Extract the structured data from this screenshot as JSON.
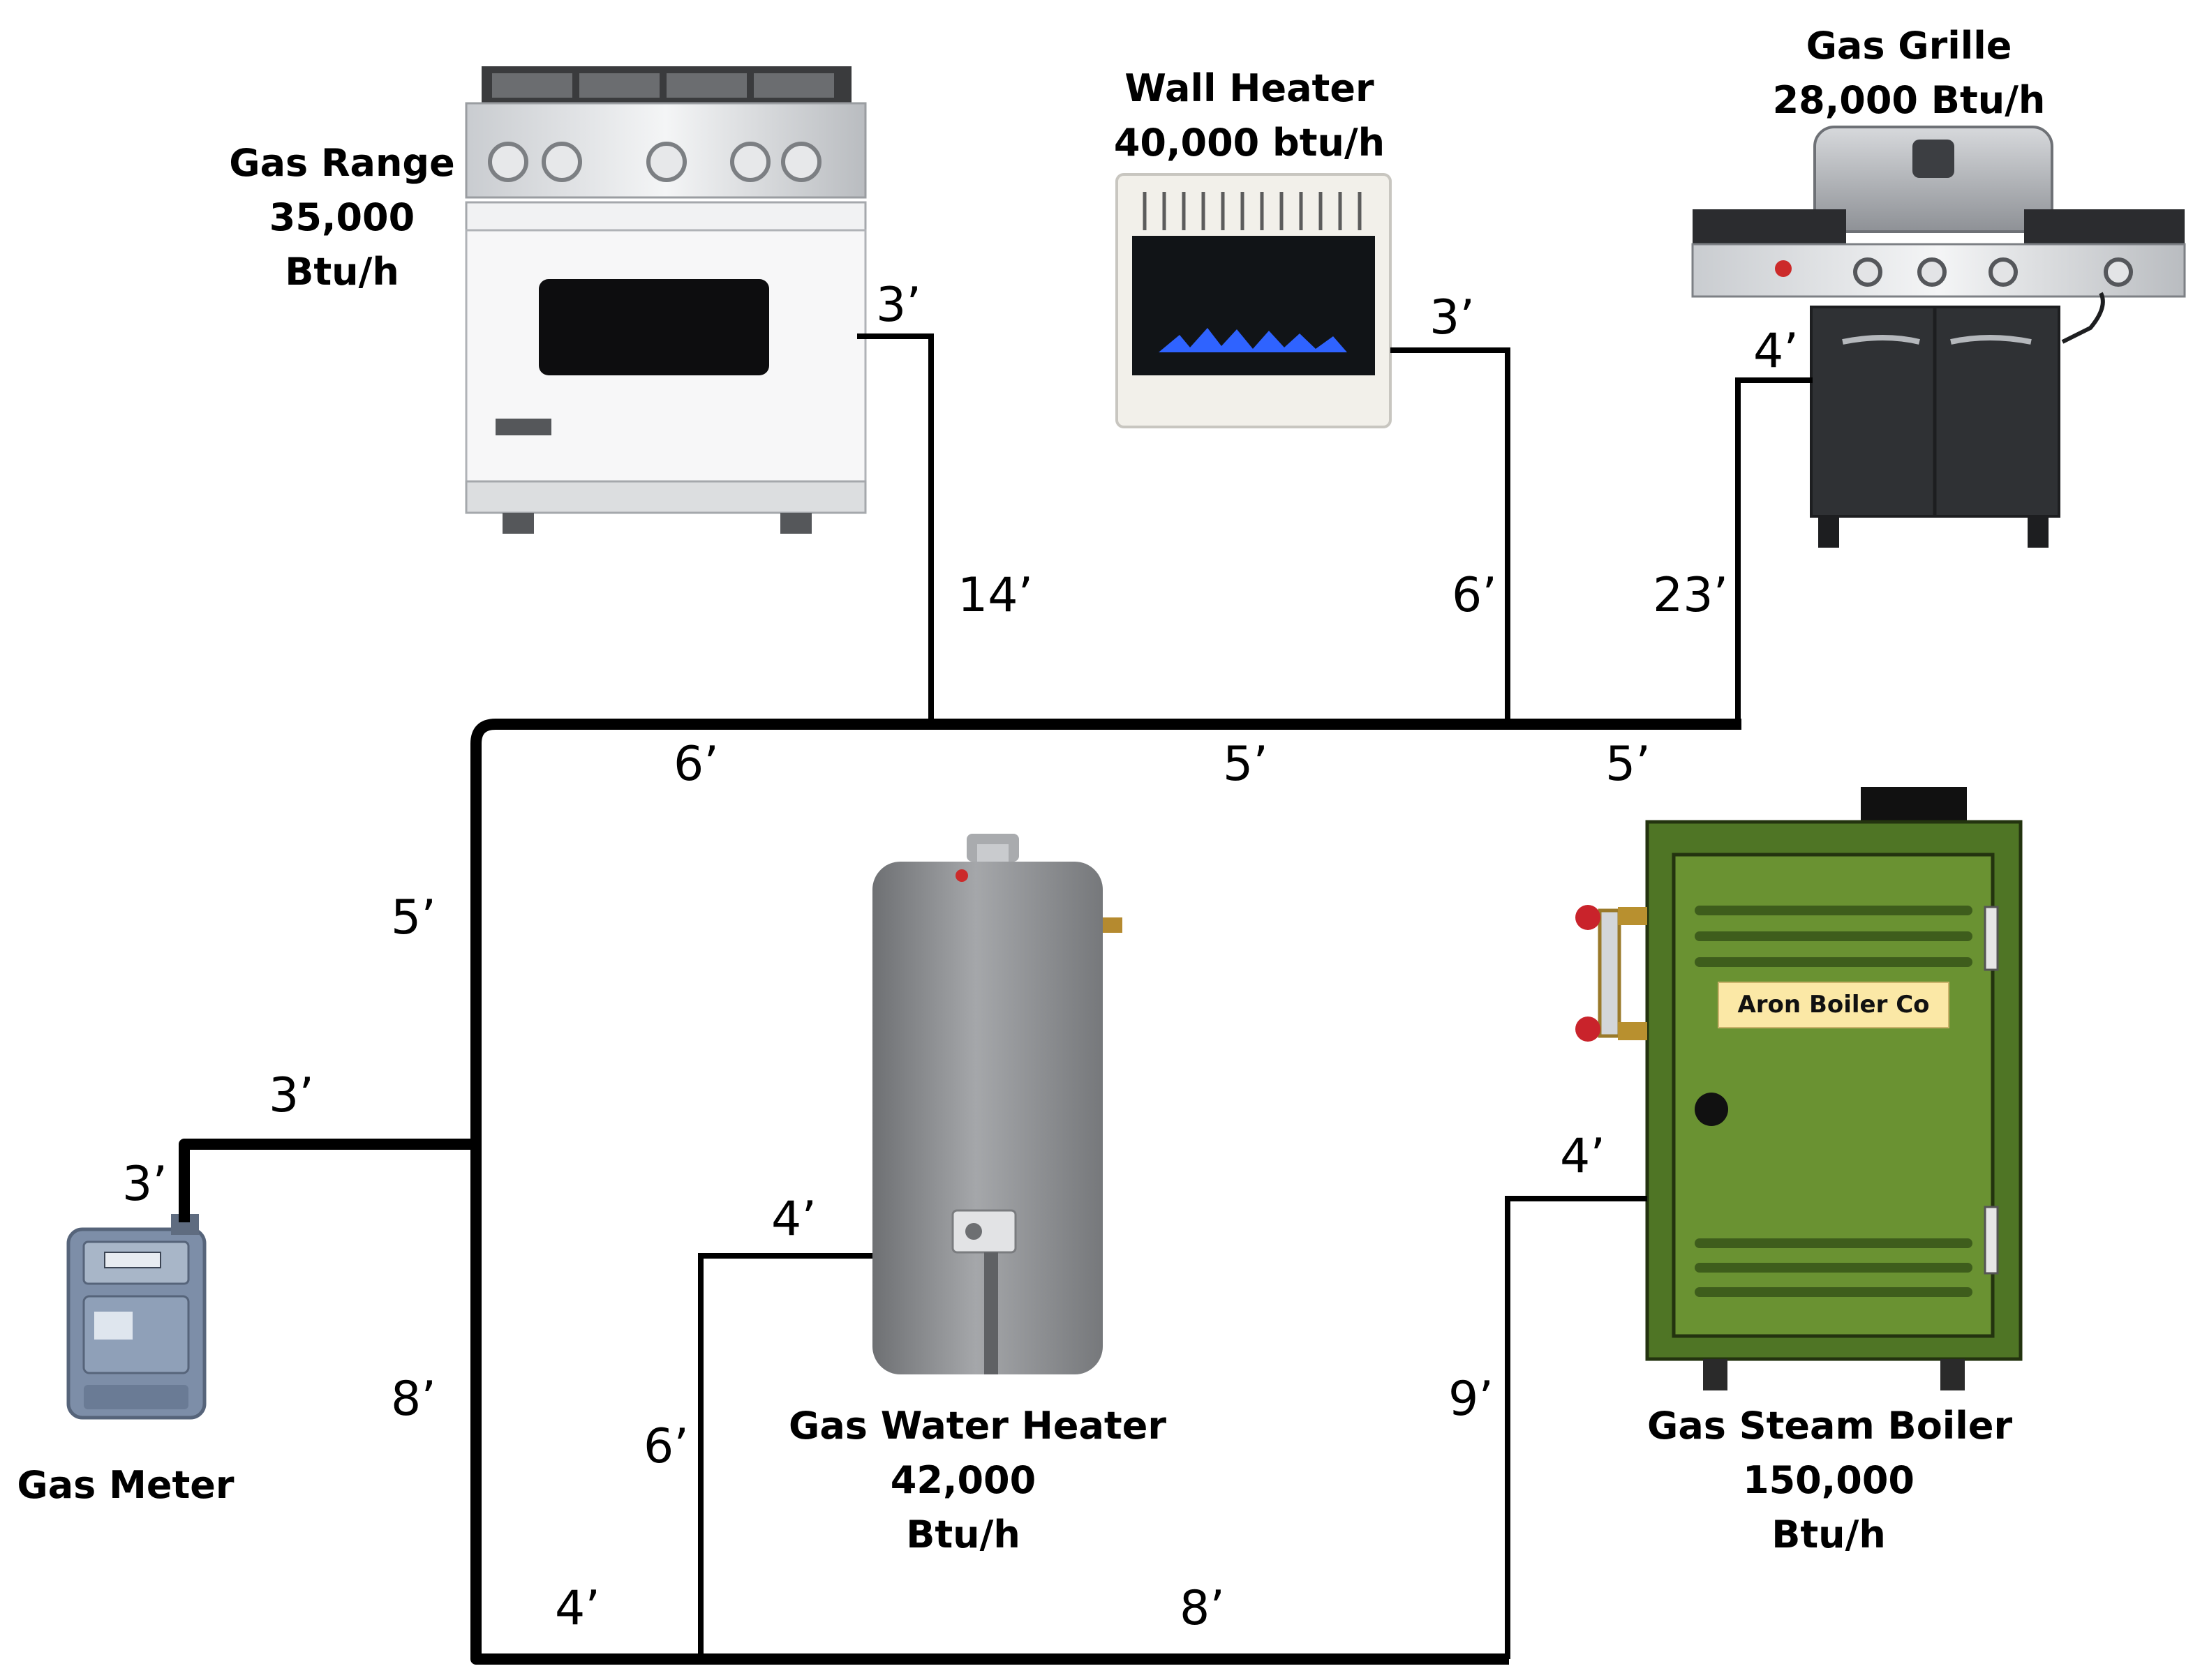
{
  "appliances": {
    "gas_range": {
      "name": "Gas Range",
      "rating": "35,000",
      "unit": "Btu/h"
    },
    "wall_heater": {
      "name": "Wall Heater",
      "rating": "40,000 btu/h"
    },
    "gas_grille": {
      "name": "Gas Grille",
      "rating": "28,000 Btu/h"
    },
    "water_heater": {
      "name": "Gas Water Heater",
      "rating": "42,000",
      "unit": "Btu/h"
    },
    "steam_boiler": {
      "name": "Gas Steam Boiler",
      "rating": "150,000",
      "unit": "Btu/h",
      "brand_plate": "Aron Boiler Co"
    },
    "gas_meter": {
      "name": "Gas Meter"
    }
  },
  "pipe_lengths": {
    "range_drop_top": "3’",
    "range_riser": "14’",
    "heater_drop_top": "3’",
    "heater_riser": "6’",
    "grille_drop_top": "4’",
    "grille_riser": "23’",
    "main_top_1": "6’",
    "main_top_2": "5’",
    "main_top_3": "5’",
    "main_left_upper": "5’",
    "main_left_lower": "8’",
    "meter_horizontal": "3’",
    "meter_vertical": "3’",
    "water_heater_branch": "4’",
    "water_heater_riser": "6’",
    "bottom_1": "4’",
    "bottom_2": "8’",
    "boiler_branch": "4’",
    "boiler_riser": "9’"
  },
  "colors": {
    "pipe": "#000000",
    "boiler_green": "#5a7e2c",
    "boiler_plate": "#fbe8a6",
    "water_heater_grey": "#8f9193",
    "meter_blue": "#7d8ea8",
    "flame_blue": "#2f63ff"
  }
}
